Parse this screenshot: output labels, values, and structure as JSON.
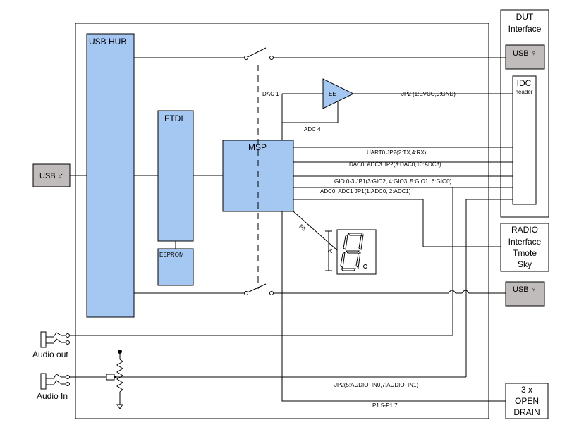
{
  "blocks": {
    "usb_hub": "USB HUB",
    "ftdi": "FTDI",
    "eeprom": "EEPROM",
    "msp": "MSP",
    "amp": "EE"
  },
  "connectors": {
    "usb_left": "USB ♂",
    "usb_top_right": "USB ♀",
    "usb_bottom_right": "USB ♀"
  },
  "side_panels": {
    "dut": [
      "DUT",
      "Interface"
    ],
    "idc": [
      "IDC",
      "header"
    ],
    "radio": [
      "RADIO",
      "Interface",
      "Tmote",
      "Sky"
    ],
    "open_drain": [
      "3 x",
      "OPEN",
      "DRAIN"
    ]
  },
  "audio": {
    "out_label": "Audio out",
    "in_label": "Audio In"
  },
  "signals": {
    "dac1": "DAC 1",
    "adc4": "ADC 4",
    "jp2_power": "JP2 (1:EVCC,9:GND)",
    "uart": "UART0  JP2(2:TX,4:RX)",
    "dac_adc": "DAC0, ADC3 JP2(3:DAC0,10:ADC3)",
    "gio": "GIO 0-3 JP1(3:GIO2, 4:GIO3, 5:GIO1; 6:GIO0)",
    "adc01": "ADC0, ADC1 JP1(1:ADC0, 2:ADC1)",
    "p5": "P5",
    "seg_label": "A",
    "audio_in_jp": "JP2(5:AUDIO_IN0,7:AUDIO_IN1)",
    "p15_17": "P1.5-P1.7"
  }
}
